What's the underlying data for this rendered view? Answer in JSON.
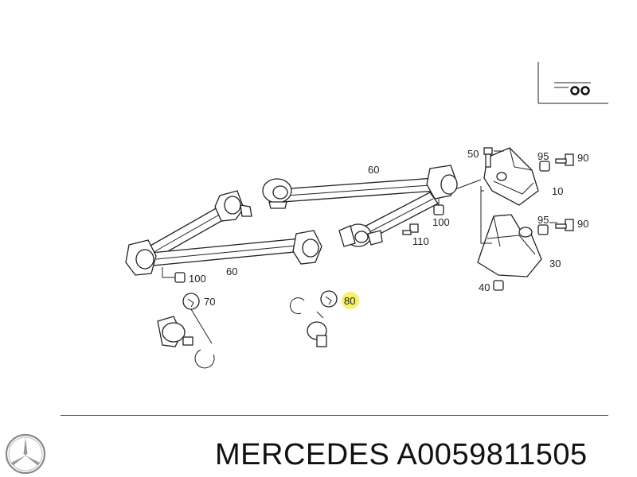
{
  "labels": {
    "l60_top": "60",
    "l50": "50",
    "l95_top": "95",
    "l90_top": "90",
    "l10": "10",
    "l100_mid": "100",
    "l110": "110",
    "l95_bottom": "95",
    "l90_bottom": "90",
    "l30": "30",
    "l40": "40",
    "l100_left": "100",
    "l60_bottom": "60",
    "l70": "70",
    "l80": "80"
  },
  "highlight_color": "#f4f05a",
  "footer": {
    "title": "MERCEDES A0059811505",
    "logo_icon": "mercedes-star-icon"
  }
}
